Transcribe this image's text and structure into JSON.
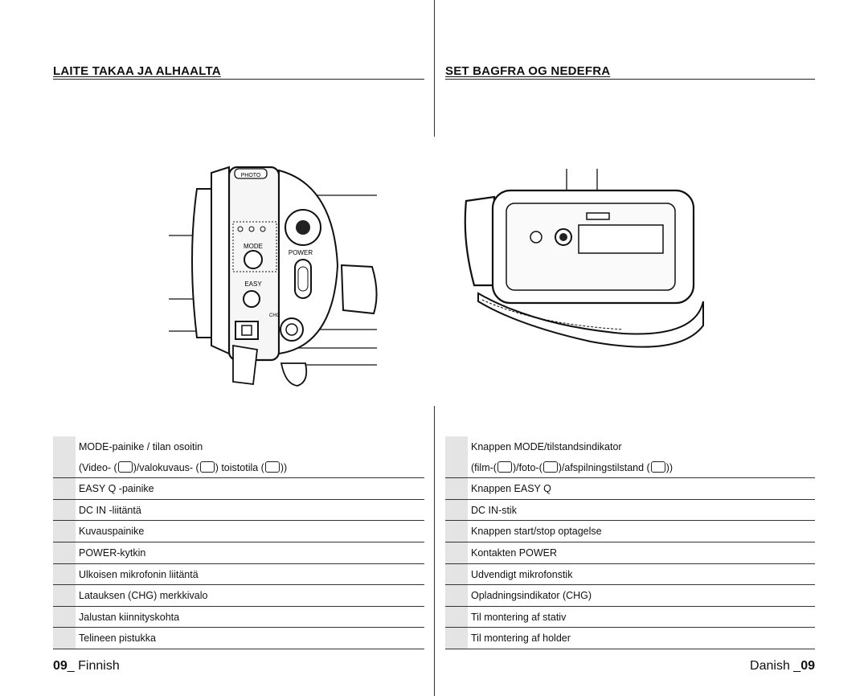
{
  "headings": {
    "left": "LAITE TAKAA JA ALHAALTA",
    "right": "SET BAGFRA OG NEDEFRA"
  },
  "camera_labels": {
    "photo": "PHOTO",
    "mode": "MODE",
    "power": "POWER",
    "easy": "EASY",
    "chg": "CHG"
  },
  "left_table": [
    "MODE-painike / tilan osoitin",
    {
      "a": "(Video- (",
      "b": ")/valokuvaus- (",
      "c": ") toistotila (",
      "d": "))"
    },
    "EASY Q -painike",
    "DC IN -liitäntä",
    "Kuvauspainike",
    "POWER-kytkin",
    "Ulkoisen mikrofonin liitäntä",
    "Latauksen (CHG) merkkivalo",
    "Jalustan kiinnityskohta",
    "Telineen pistukka"
  ],
  "right_table": [
    "Knappen MODE/tilstandsindikator",
    {
      "a": "(film-(",
      "b": ")/foto-(",
      "c": ")/afspilningstilstand (",
      "d": "))"
    },
    "Knappen EASY Q",
    "DC IN-stik",
    "Knappen start/stop optagelse",
    "Kontakten POWER",
    "Udvendigt mikrofonstik",
    "Opladningsindikator (CHG)",
    "Til montering af stativ",
    "Til montering af holder"
  ],
  "icons": [
    "video-icon",
    "camera-icon",
    "play-icon"
  ],
  "footer": {
    "left_num": "09",
    "left_sep": "_ ",
    "left_lang": "Finnish",
    "right_lang": "Danish ",
    "right_sep": "_",
    "right_num": "09"
  }
}
